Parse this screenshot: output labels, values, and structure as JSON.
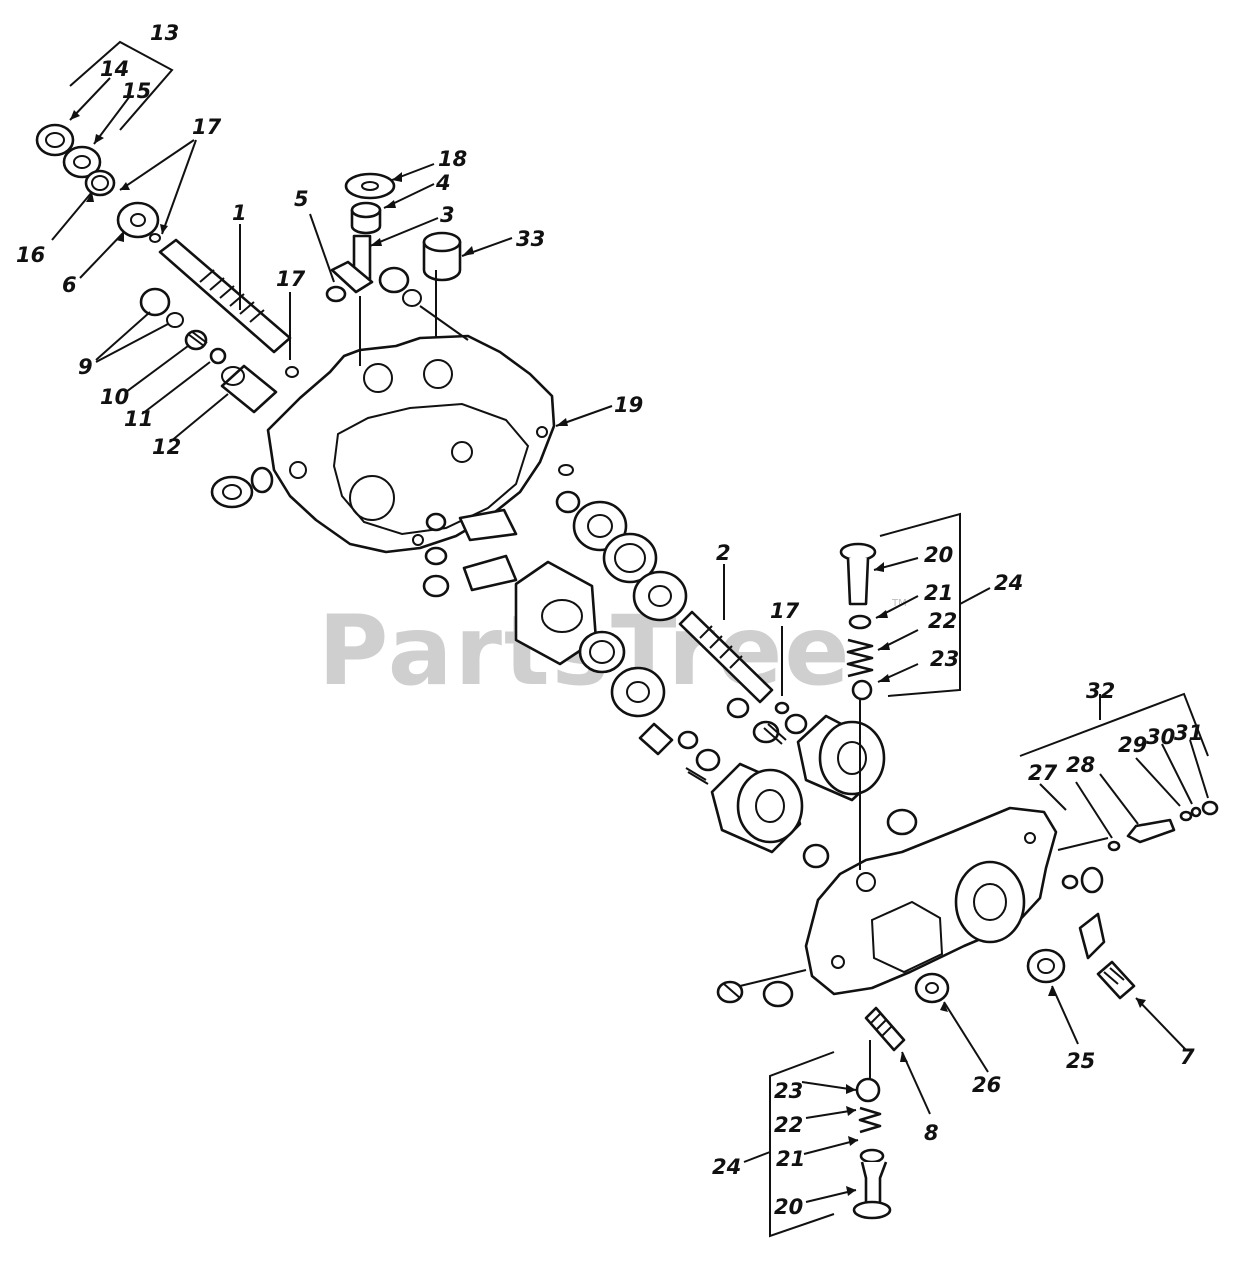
{
  "watermark": {
    "text": "PartsTree",
    "trademark": "TM"
  },
  "callouts": {
    "c1": "1",
    "c2": "2",
    "c3": "3",
    "c4": "4",
    "c5": "5",
    "c6": "6",
    "c7": "7",
    "c8": "8",
    "c9": "9",
    "c10": "10",
    "c11": "11",
    "c12": "12",
    "c13": "13",
    "c14": "14",
    "c15": "15",
    "c16": "16",
    "c17a": "17",
    "c17b": "17",
    "c17c": "17",
    "c18": "18",
    "c19": "19",
    "c20a": "20",
    "c21a": "21",
    "c22a": "22",
    "c23a": "23",
    "c24a": "24",
    "c20b": "20",
    "c21b": "21",
    "c22b": "22",
    "c23b": "23",
    "c24b": "24",
    "c25": "25",
    "c26": "26",
    "c27": "27",
    "c28": "28",
    "c29": "29",
    "c30": "30",
    "c31": "31",
    "c32": "32",
    "c33": "33"
  },
  "colors": {
    "ink": "#111111",
    "watermark": "#cfcfcf",
    "background": "#ffffff"
  }
}
